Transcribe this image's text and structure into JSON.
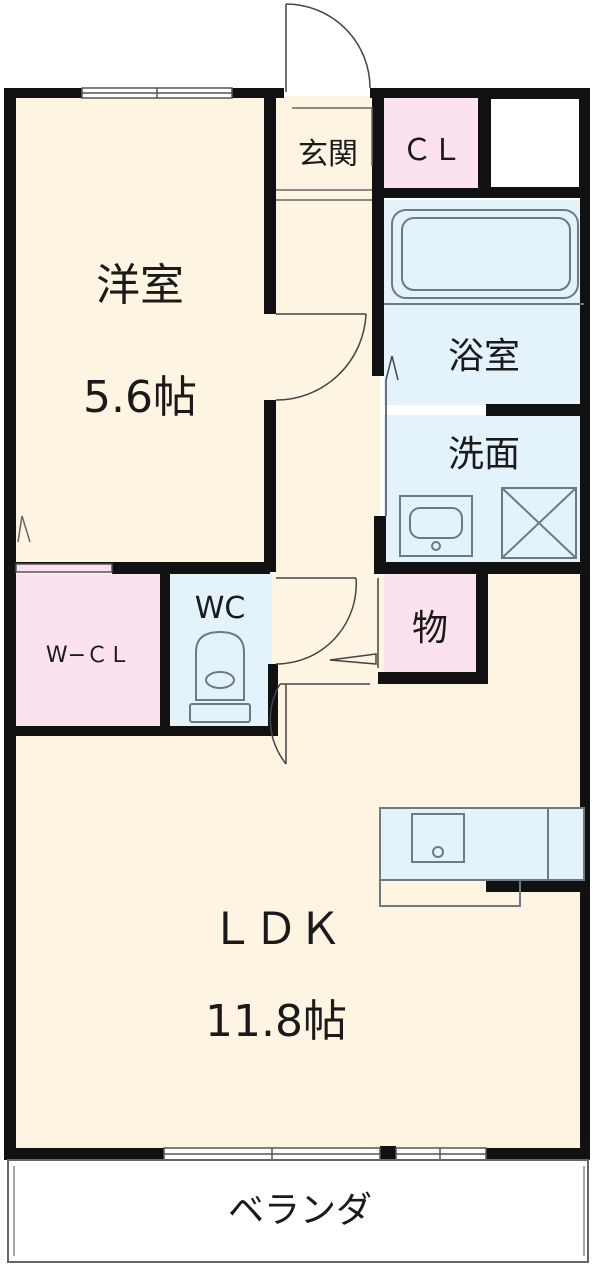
{
  "rooms": {
    "western": {
      "name": "洋室",
      "size": "5.6帖"
    },
    "genkan": "玄関",
    "closet": "ＣＬ",
    "bath": "浴室",
    "washroom": "洗面",
    "toilet": "WC",
    "storage": "物",
    "walkin": "W−ＣＬ",
    "ldk": {
      "name": "ＬＤＫ",
      "size": "11.8帖"
    },
    "veranda": "ベランダ"
  },
  "colors": {
    "wall": "#111111",
    "living": "#fdf5e2",
    "closet": "#fbe2ee",
    "wet": "#e3f2fb",
    "fixture_line": "#6c7a84"
  }
}
